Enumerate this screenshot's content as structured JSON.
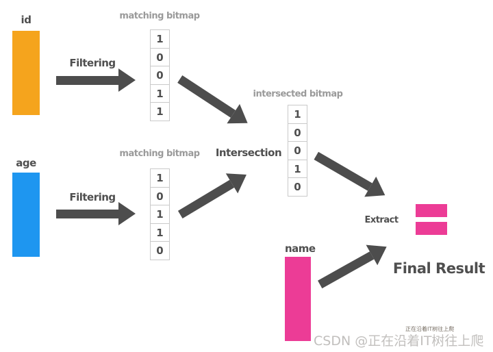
{
  "bars": {
    "id": {
      "label": "id",
      "color": "#F5A41D"
    },
    "age": {
      "label": "age",
      "color": "#1E96F0"
    },
    "name": {
      "label": "name",
      "color": "#EC3C96"
    }
  },
  "bitmaps": {
    "id_matching": {
      "title": "matching bitmap",
      "values": [
        "1",
        "0",
        "0",
        "1",
        "1"
      ]
    },
    "age_matching": {
      "title": "matching bitmap",
      "values": [
        "1",
        "0",
        "1",
        "1",
        "0"
      ]
    },
    "intersected": {
      "title": "intersected bitmap",
      "values": [
        "1",
        "0",
        "0",
        "1",
        "0"
      ]
    }
  },
  "steps": {
    "filtering_id": "Filtering",
    "filtering_age": "Filtering",
    "intersection": "Intersection",
    "extract": "Extract",
    "final_result": "Final Result"
  },
  "result": {
    "bar_color": "#EC3C96",
    "bar_count": 2
  },
  "watermark": {
    "text": "CSDN @正在沿着IT树往上爬",
    "overlay_text": "正在沿着IT树往上爬"
  },
  "colors": {
    "arrow": "#4D4D4D",
    "label_dark": "#4F4F4F",
    "label_muted": "#9A9A9A",
    "cell_border": "#C9C9C9",
    "watermark": "#C1BFBD"
  }
}
